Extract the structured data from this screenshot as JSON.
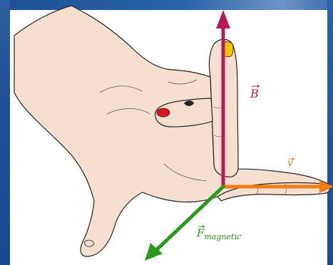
{
  "diagram": {
    "labels": {
      "magnetic_field": "B",
      "velocity": "v",
      "force_main": "F",
      "force_sub": "magnetic"
    },
    "colors": {
      "magnetic_field_arrow": "#b51b57",
      "velocity_arrow": "#f07d12",
      "force_arrow": "#2a9a1c",
      "skin": "#f7dfd0",
      "outline": "#222222",
      "nail_red": "#e0161d",
      "nail_yellow": "#f5c400",
      "frame_blue": "#1f4f94"
    },
    "icons": [
      "right-hand-icon",
      "magnetic-field-arrow-icon",
      "velocity-arrow-icon",
      "force-arrow-icon"
    ]
  }
}
